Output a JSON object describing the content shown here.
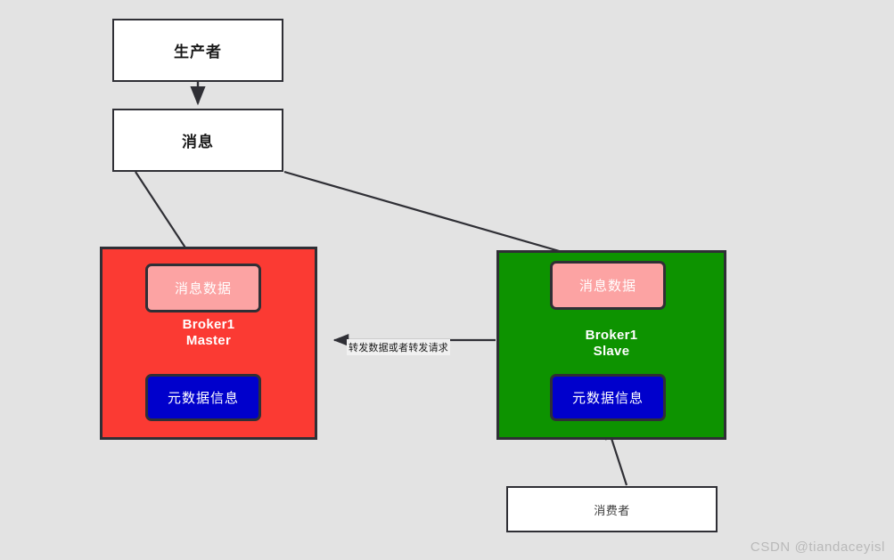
{
  "diagram": {
    "background_color": "#e3e3e3",
    "nodes": {
      "producer": {
        "label": "生产者"
      },
      "message": {
        "label": "消息"
      },
      "consumer": {
        "label": "消费者"
      },
      "broker_master": {
        "title_line1": "Broker1",
        "title_line2": "Master",
        "fill_color": "#fb3a33",
        "message_data": "消息数据",
        "metadata": "元数据信息"
      },
      "broker_slave": {
        "title_line1": "Broker1",
        "title_line2": "Slave",
        "fill_color": "#0d9300",
        "message_data": "消息数据",
        "metadata": "元数据信息"
      }
    },
    "edges": {
      "producer_to_message": {
        "label": ""
      },
      "message_to_master": {
        "label": ""
      },
      "message_to_slave": {
        "label": ""
      },
      "slave_to_master": {
        "label": "转发数据或者转发请求"
      },
      "consumer_to_slave": {
        "label": ""
      }
    },
    "palette": {
      "pink": "#fca3a3",
      "blue": "#0000cc",
      "stroke": "#2f2f35"
    }
  },
  "watermark": {
    "text": "CSDN @tiandaceyisl"
  }
}
